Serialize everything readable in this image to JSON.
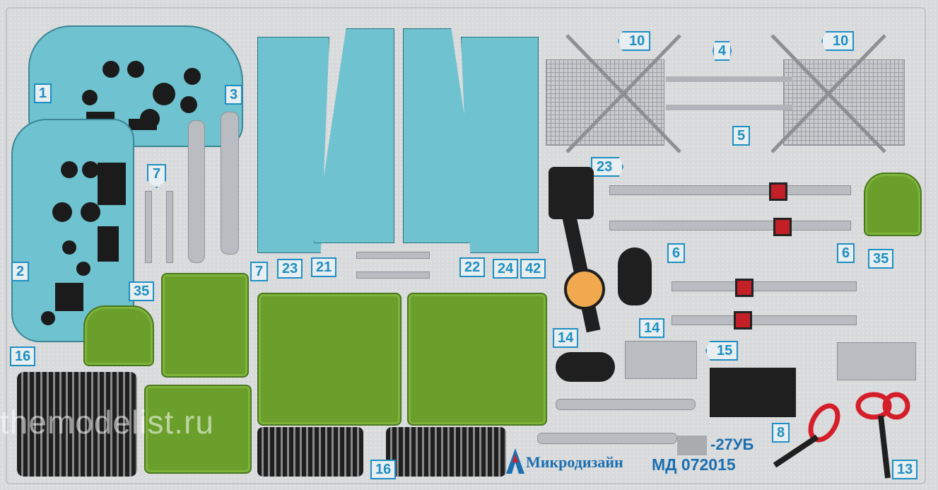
{
  "numbers": {
    "n1": "1",
    "n2": "2",
    "n3": "3",
    "n4": "4",
    "n5": "5",
    "n6a": "6",
    "n6b": "6",
    "n7a": "7",
    "n7b": "7",
    "n8": "8",
    "n10a": "10",
    "n10b": "10",
    "n13": "13",
    "n14a": "14",
    "n14b": "14",
    "n15": "15",
    "n16a": "16",
    "n16b": "16",
    "n21": "21",
    "n22": "22",
    "n23a": "23",
    "n23b": "23",
    "n24": "24",
    "n35a": "35",
    "n35b": "35",
    "n42": "42"
  },
  "brand": "Микродизайн",
  "product_code": "МД 072015",
  "model_suffix": "-27УБ",
  "watermark": "themodelist.ru",
  "colors": {
    "panel_blue": "#6fc2cf",
    "zinc_green": "#6a9f2c",
    "fret_steel": "#d9dadb",
    "label_blue": "#1d8fc4",
    "red_handle": "#d41f2a",
    "orange_gauge": "#f0a94e"
  }
}
